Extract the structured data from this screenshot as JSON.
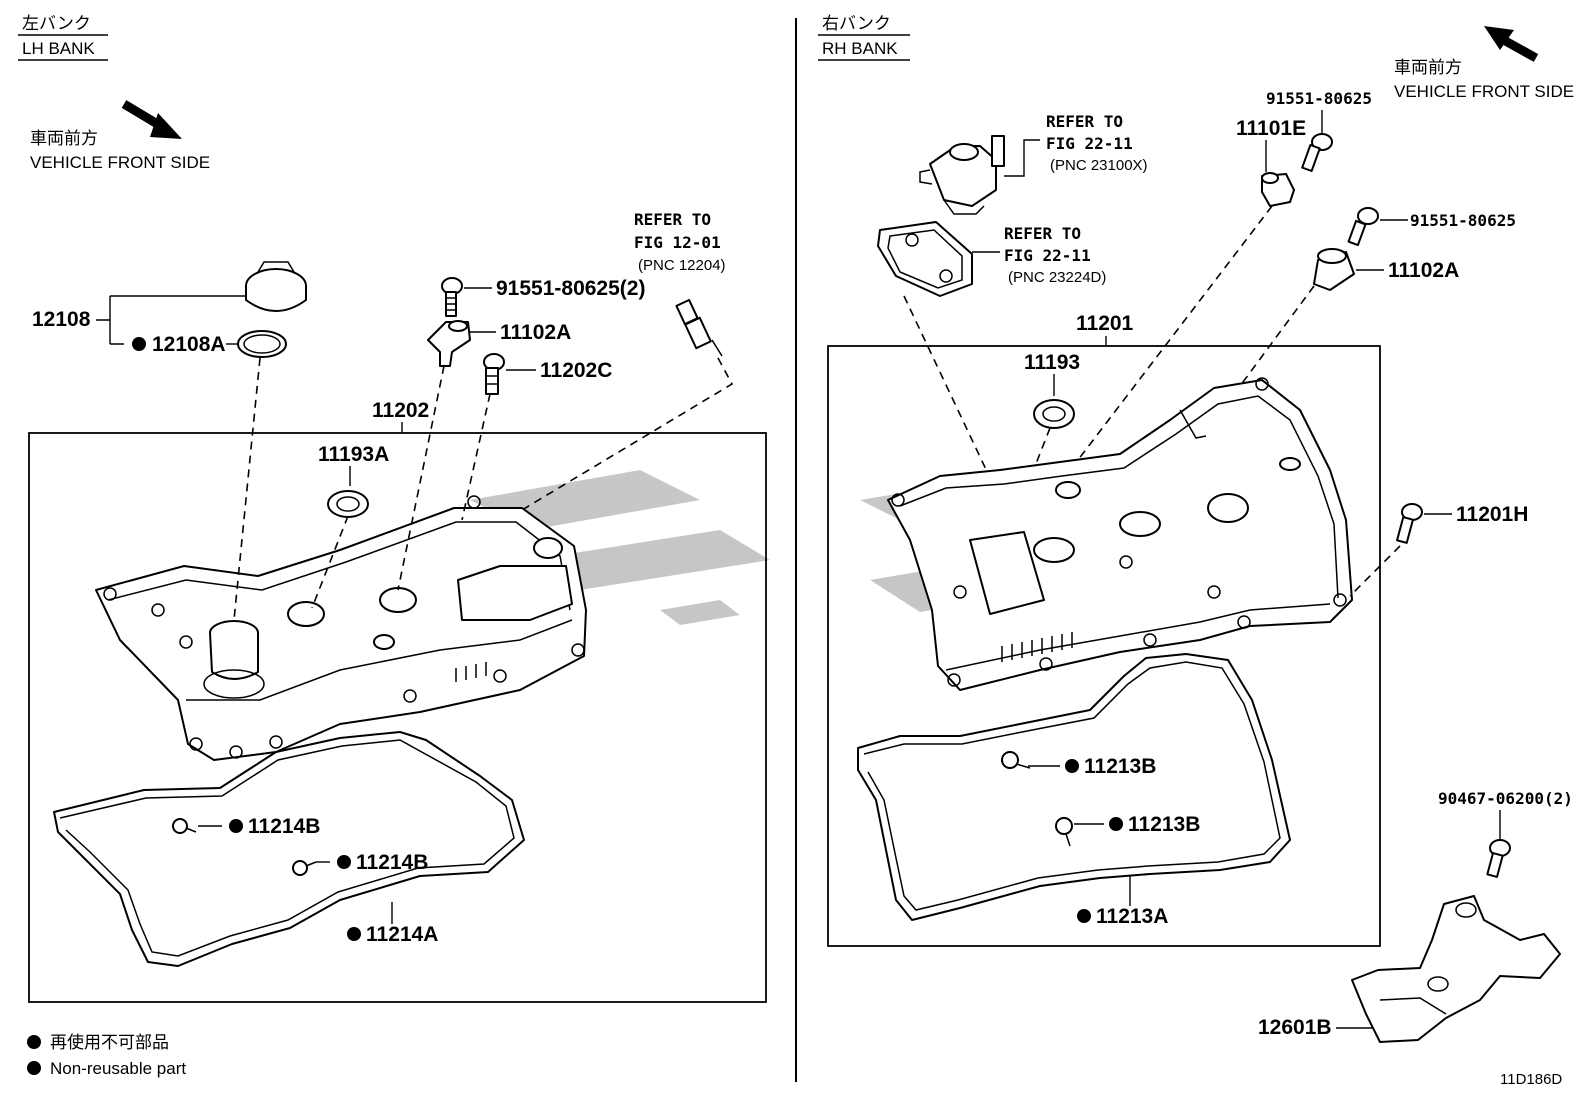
{
  "lh_bank": {
    "title_jp": "左バンク",
    "title_en": "LH BANK",
    "front_jp": "車両前方",
    "front_en": "VEHICLE FRONT SIDE",
    "parts": {
      "p12108": "12108",
      "p12108A": "12108A",
      "p91551": "91551-80625(2)",
      "p11102A": "11102A",
      "p11202C": "11202C",
      "p11202": "11202",
      "p11193A": "11193A",
      "p11214B_1": "11214B",
      "p11214B_2": "11214B",
      "p11214A": "11214A"
    },
    "refer": {
      "line1": "REFER TO",
      "line2": "FIG 12-01",
      "line3": "(PNC 12204)"
    }
  },
  "rh_bank": {
    "title_jp": "右バンク",
    "title_en": "RH BANK",
    "front_jp": "車両前方",
    "front_en": "VEHICLE FRONT SIDE",
    "refer_a": {
      "line1": "REFER TO",
      "line2": "FIG 22-11",
      "line3": "(PNC 23100X)"
    },
    "refer_b": {
      "line1": "REFER TO",
      "line2": "FIG 22-11",
      "line3": "(PNC 23224D)"
    },
    "parts": {
      "p91551_top": "91551-80625",
      "p11101E": "11101E",
      "p91551_mid": "91551-80625",
      "p11102A": "11102A",
      "p11201": "11201",
      "p11193": "11193",
      "p11201H": "11201H",
      "p11213B_1": "11213B",
      "p11213B_2": "11213B",
      "p11213A": "11213A",
      "p90467": "90467-06200(2)",
      "p12601B": "12601B"
    }
  },
  "legend": {
    "jp": "再使用不可部品",
    "en": "Non-reusable part"
  },
  "diagram_code": "11D186D"
}
